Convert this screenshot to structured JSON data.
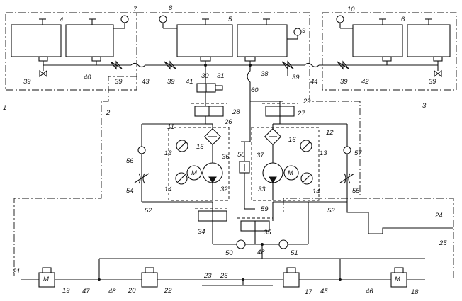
{
  "labels": {
    "n1": "1",
    "n2": "2",
    "n3": "3",
    "n4": "4",
    "n5": "5",
    "n6": "6",
    "n7": "7",
    "n8": "8",
    "n9": "9",
    "n10": "10",
    "n11": "11",
    "n12": "12",
    "n13a": "13",
    "n13b": "13",
    "n14a": "14",
    "n14b": "14",
    "n15": "15",
    "n16": "16",
    "n17": "17",
    "n18": "18",
    "n19": "19",
    "n20": "20",
    "n21": "21",
    "n22": "22",
    "n23": "23",
    "n24": "24",
    "n25a": "25",
    "n25b": "25",
    "n26": "26",
    "n27": "27",
    "n28": "28",
    "n29": "29",
    "n30": "30",
    "n31": "31",
    "n32": "32",
    "n33": "33",
    "n34": "34",
    "n35": "35",
    "n36": "36",
    "n37": "37",
    "n38": "38",
    "n39a": "39",
    "n39b": "39",
    "n39c": "39",
    "n39d": "39",
    "n39e": "39",
    "n39f": "39",
    "n40": "40",
    "n41": "41",
    "n42": "42",
    "n43": "43",
    "n44": "44",
    "n45": "45",
    "n46": "46",
    "n47": "47",
    "n48a": "48",
    "n48b": "48",
    "n50": "50",
    "n51": "51",
    "n52": "52",
    "n53": "53",
    "n54": "54",
    "n55": "55",
    "n56": "56",
    "n57": "57",
    "n58": "58",
    "n59": "59",
    "n60": "60",
    "motor_a": "M",
    "motor_b": "M",
    "motor_c": "M",
    "motor_d": "M"
  }
}
